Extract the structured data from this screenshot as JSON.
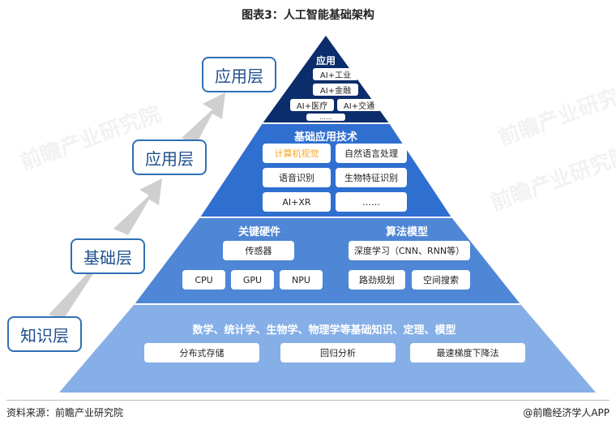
{
  "title": "图表3：人工智能基础架构",
  "side_labels": [
    "应用层",
    "应用层",
    "基础层",
    "知识层"
  ],
  "top": {
    "heading": "应用",
    "items": [
      "AI+工业",
      "AI+金融",
      "AI+医疗",
      "AI+交通",
      "……"
    ]
  },
  "tech": {
    "heading": "基础应用技术",
    "items": [
      "计算机视觉",
      "自然语言处理",
      "语音识别",
      "生物特征识别",
      "AI+XR",
      "……"
    ]
  },
  "hardware": {
    "heading": "关键硬件",
    "items": [
      "传感器",
      "CPU",
      "GPU",
      "NPU"
    ]
  },
  "algorithm": {
    "heading": "算法模型",
    "items": [
      "深度学习（CNN、RNN等）",
      "路劲规划",
      "空间搜索"
    ]
  },
  "knowledge": {
    "heading": "数学、统计学、生物学、物理学等基础知识、定理、模型",
    "items": [
      "分布式存储",
      "回归分析",
      "最速梯度下降法"
    ]
  },
  "colors": {
    "level1": "#0b2d6b",
    "level2": "#2f6fd0",
    "level3": "#4f86d6",
    "level4": "#85afe6",
    "label_border": "#2f6fb5",
    "arrow": "#cfcfcf",
    "highlight": "#f5a623"
  },
  "watermark": "前瞻产业研究院",
  "footer": {
    "source": "资料来源：前瞻产业研究院",
    "brand": "@前瞻经济学人APP"
  }
}
